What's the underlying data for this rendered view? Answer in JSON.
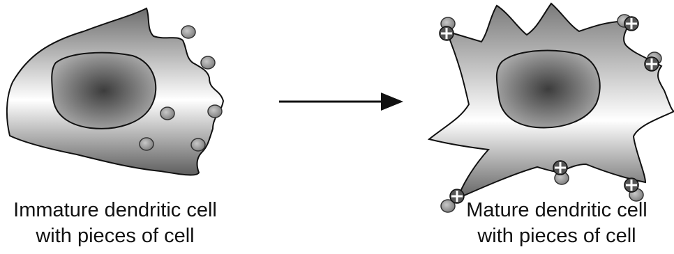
{
  "left_cell": {
    "caption_line1": "Immature dendritic cell",
    "caption_line2": "with pieces of cell"
  },
  "right_cell": {
    "caption_line1": "Mature dendritic cell",
    "caption_line2": "with pieces of cell"
  },
  "colors": {
    "cell_light": "#ffffff",
    "cell_dark": "#6e6e6e",
    "nucleus_center": "#4a4a4a",
    "nucleus_edge": "#9a9a9a",
    "fragment": "#9c9c9c",
    "outline": "#111111"
  }
}
